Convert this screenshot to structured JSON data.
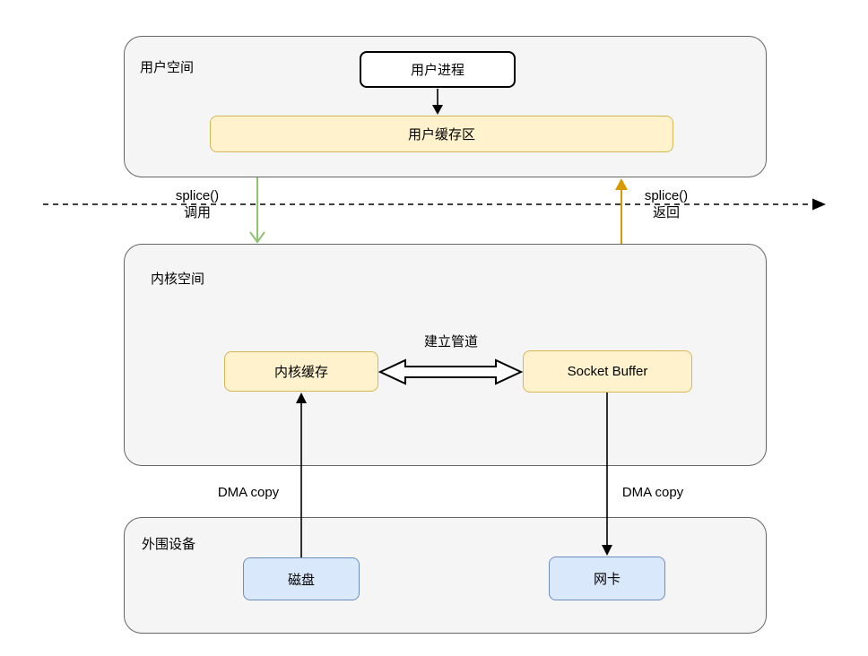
{
  "regions": {
    "user_space": {
      "label": "用户空间"
    },
    "kernel_space": {
      "label": "内核空间"
    },
    "peripheral": {
      "label": "外围设备"
    }
  },
  "nodes": {
    "user_process": {
      "label": "用户进程"
    },
    "user_buffer": {
      "label": "用户缓存区"
    },
    "kernel_buffer": {
      "label": "内核缓存"
    },
    "socket_buffer": {
      "label": "Socket Buffer"
    },
    "disk": {
      "label": "磁盘"
    },
    "nic": {
      "label": "网卡"
    }
  },
  "edges": {
    "splice_call": {
      "line1": "splice()",
      "line2": "调用"
    },
    "splice_return": {
      "line1": "splice()",
      "line2": "返回"
    },
    "pipe": {
      "label": "建立管道"
    },
    "dma_left": {
      "label": "DMA copy"
    },
    "dma_right": {
      "label": "DMA copy"
    }
  },
  "colors": {
    "region_fill": "#f5f5f5",
    "region_border": "#666666",
    "yellow_fill": "#fff2cc",
    "yellow_border": "#d6b656",
    "blue_fill": "#dae8fc",
    "blue_border": "#6c8ebf",
    "green_arrow": "#8dc471",
    "orange_arrow": "#d79b00",
    "line_black": "#000000"
  }
}
